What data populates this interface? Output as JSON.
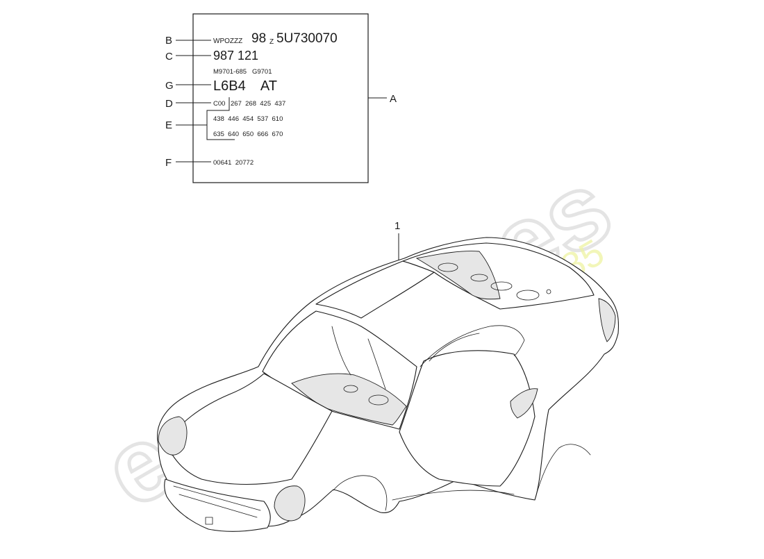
{
  "watermark": {
    "brand": "eurospares",
    "tagline": "a passion for parts since 1985",
    "tagline_color": "#eef3a2"
  },
  "label_plate": {
    "callout": "A",
    "rows": {
      "B": {
        "letter": "B",
        "prefix": "WPOZZZ",
        "code_a": "98",
        "code_sub": "Z",
        "code_b": "5U730070"
      },
      "C": {
        "letter": "C",
        "text": "987 121"
      },
      "M": {
        "text": "M9701-685   G9701"
      },
      "G": {
        "letter": "G",
        "text": "L6B4    AT"
      },
      "D": {
        "letter": "D",
        "text": "C00"
      },
      "E": {
        "letter": "E",
        "line1": "267  268  425  437",
        "line2": "438  446  454  537  610",
        "line3": "635  640  650  666  670"
      },
      "F": {
        "letter": "F",
        "text": "00641  20772"
      }
    }
  },
  "car_body": {
    "callout": "1"
  }
}
